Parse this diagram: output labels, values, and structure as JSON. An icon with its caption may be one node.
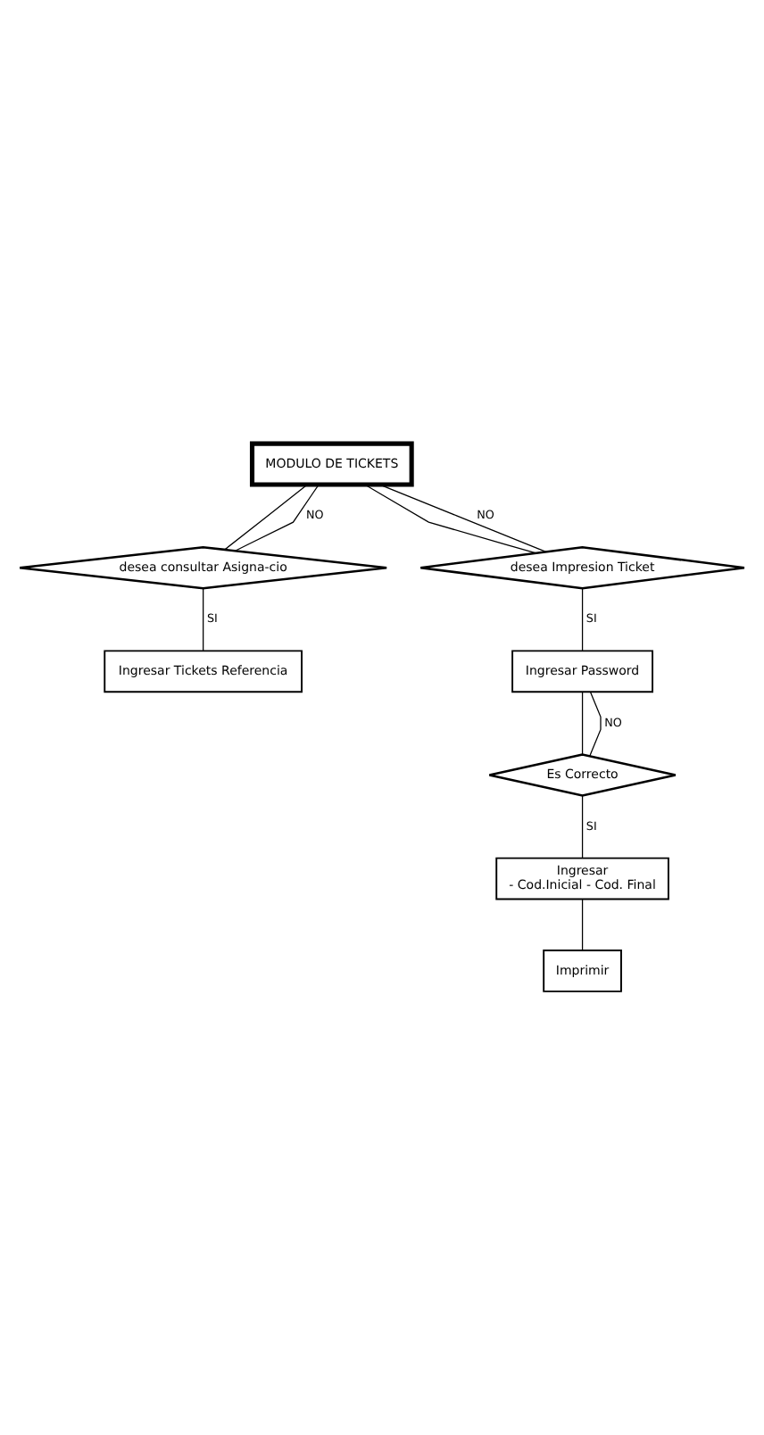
{
  "diagram": {
    "nodes": [
      {
        "text": [
          "MODULO DE TICKETS"
        ]
      },
      {
        "text": [
          "desea consultar Asigna-cio"
        ]
      },
      {
        "text": [
          "desea Impresion Ticket"
        ]
      },
      {
        "text": [
          "Ingresar Tickets Referencia"
        ]
      },
      {
        "text": [
          "Ingresar Password"
        ]
      },
      {
        "text": [
          "Es Correcto"
        ]
      },
      {
        "text": [
          "Ingresar",
          "- Cod.Inicial - Cod. Final"
        ]
      },
      {
        "text": [
          "Imprimir"
        ]
      }
    ],
    "edges": [
      {
        "from": 0,
        "to": 1,
        "arrow": "none"
      },
      {
        "from": 0,
        "to": 2,
        "arrow": "none"
      },
      {
        "from": 1,
        "to": 0,
        "arrow": "none",
        "label": "NO"
      },
      {
        "from": 2,
        "to": 0,
        "arrow": "none",
        "label": "NO"
      },
      {
        "from": 1,
        "to": 3,
        "arrow": "none",
        "label": "SI"
      },
      {
        "from": 2,
        "to": 4,
        "arrow": "none",
        "label": "SI"
      },
      {
        "from": 4,
        "to": 5,
        "arrow": "none"
      },
      {
        "from": 5,
        "to": 4,
        "arrow": "none",
        "label": "NO"
      },
      {
        "from": 5,
        "to": 6,
        "arrow": "none",
        "label": "SI"
      },
      {
        "from": 6,
        "to": 7,
        "arrow": "none"
      }
    ]
  }
}
